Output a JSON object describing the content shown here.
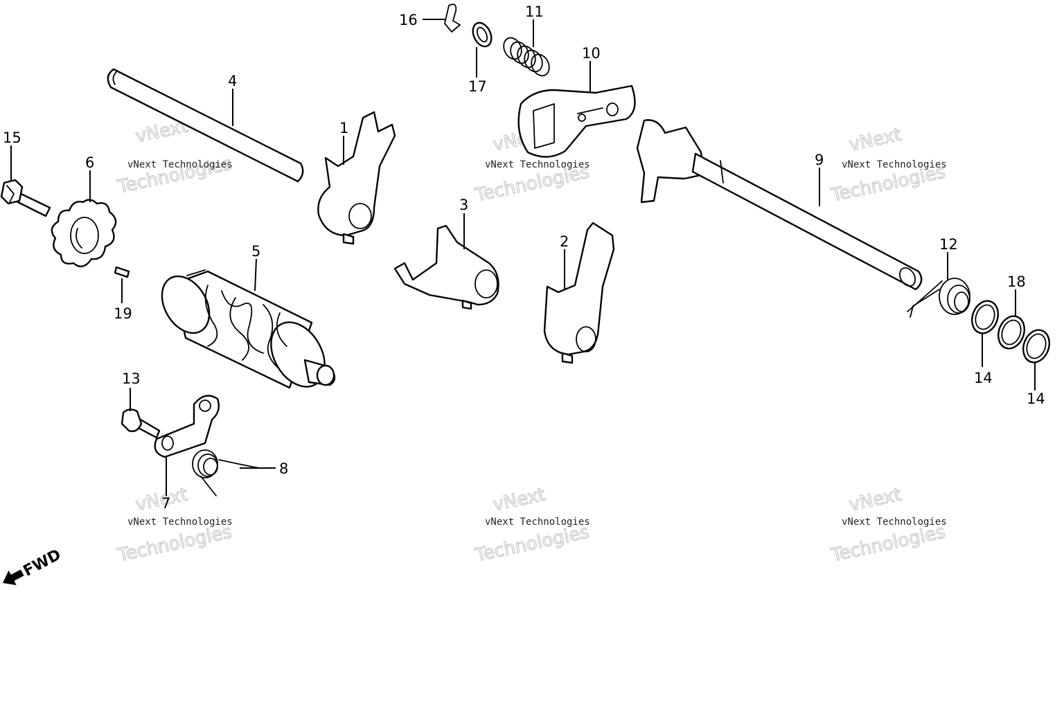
{
  "diagram": {
    "fwd_label": "FWD",
    "callouts": {
      "c1": "1",
      "c2": "2",
      "c3": "3",
      "c4": "4",
      "c5": "5",
      "c6": "6",
      "c7": "7",
      "c8": "8",
      "c9": "9",
      "c10": "10",
      "c11": "11",
      "c12": "12",
      "c13": "13",
      "c14a": "14",
      "c14b": "14",
      "c15": "15",
      "c16": "16",
      "c17": "17",
      "c18": "18",
      "c19": "19"
    },
    "watermark": {
      "company": "vNext Technologies",
      "line1": "vNext",
      "line2": "Technologies"
    }
  }
}
